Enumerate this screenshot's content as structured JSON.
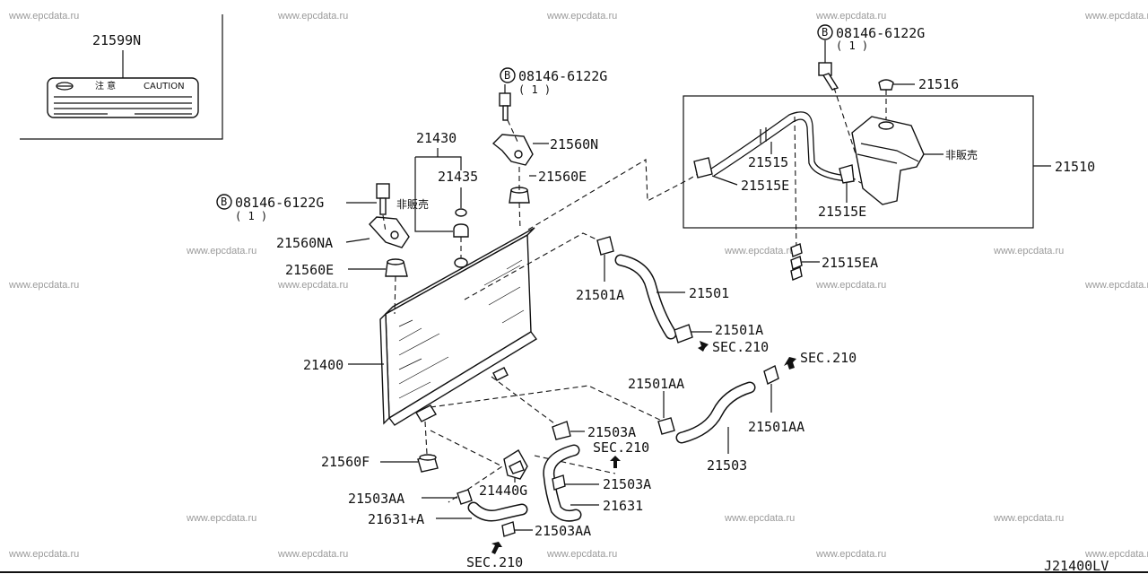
{
  "watermark": "www.epcdata.ru",
  "diagram_code": "J21400LV",
  "caution_label": {
    "part_no": "21599N",
    "jp_text": "注 意",
    "en_text": "CAUTION"
  },
  "bolt_callouts": [
    {
      "symbol": "B",
      "part_no": "08146-6122G",
      "qty": "( 1 )"
    },
    {
      "symbol": "B",
      "part_no": "08146-6122G",
      "qty": "( 1 )"
    },
    {
      "symbol": "B",
      "part_no": "08146-6122G",
      "qty": "( 1 )"
    }
  ],
  "labels": {
    "p21430": "21430",
    "p21435": "21435",
    "not_sold_1": "非販売",
    "p21560N": "21560N",
    "p21560E_top": "21560E",
    "p21560NA": "21560NA",
    "p21560E_left": "21560E",
    "p21400": "21400",
    "p21560F": "21560F",
    "p21503AA_1": "21503AA",
    "p21440G": "21440G",
    "p21631A": "21631+A",
    "p21503AA_2": "21503AA",
    "sec210_bottom": "SEC.210",
    "p21503A_1": "21503A",
    "sec210_mid": "SEC.210",
    "p21503A_2": "21503A",
    "p21631": "21631",
    "p21501A_1": "21501A",
    "p21501": "21501",
    "p21501A_2": "21501A",
    "sec210_right": "SEC.210",
    "p21501AA_1": "21501AA",
    "p21503": "21503",
    "sec210_far": "SEC.210",
    "p21501AA_2": "21501AA",
    "p21516": "21516",
    "p21515": "21515",
    "not_sold_2": "非販売",
    "p21510": "21510",
    "p21515E_1": "21515E",
    "p21515E_2": "21515E",
    "p21515EA": "21515EA"
  }
}
